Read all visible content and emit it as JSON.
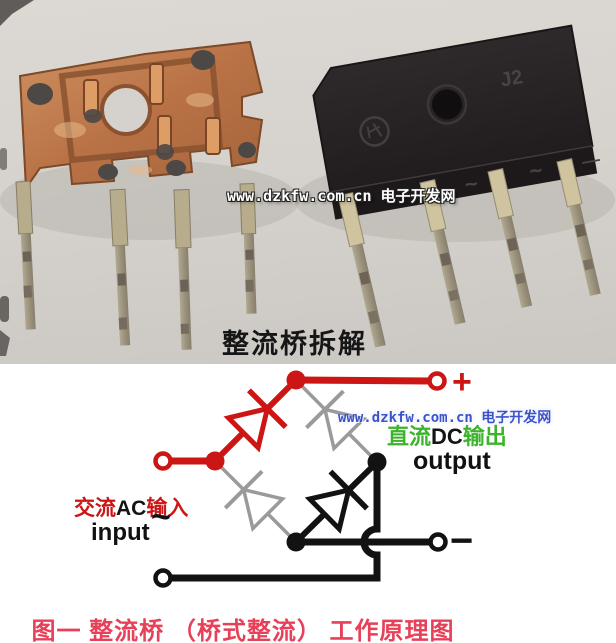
{
  "colors": {
    "circuit-red": "#cc1515",
    "circuit-black": "#121212",
    "circuit-gray": "#9a9a9a",
    "green": "#3db32d",
    "watermark-blue": "#3b52c9",
    "caption-red": "#e84058"
  },
  "photo": {
    "watermark": "www.dzkfw.com.cn 电子开发网",
    "caption": "整流桥拆解",
    "package_marking": "J2",
    "pin_markings": [
      "~",
      "~",
      "—"
    ]
  },
  "diagram": {
    "watermark": "www.dzkfw.com.cn 电子开发网",
    "ac_cn_left": "交流",
    "ac_en": "AC",
    "ac_cn_right": "输入",
    "ac_tilde": "~",
    "input_label": "input",
    "dc_cn_left": "直流",
    "dc_en": "DC",
    "dc_cn_right": "输出",
    "output_label": "output",
    "plus_sign": "+",
    "minus_sign": "−",
    "caption": "图一  整流桥 （桥式整流） 工作原理图"
  }
}
